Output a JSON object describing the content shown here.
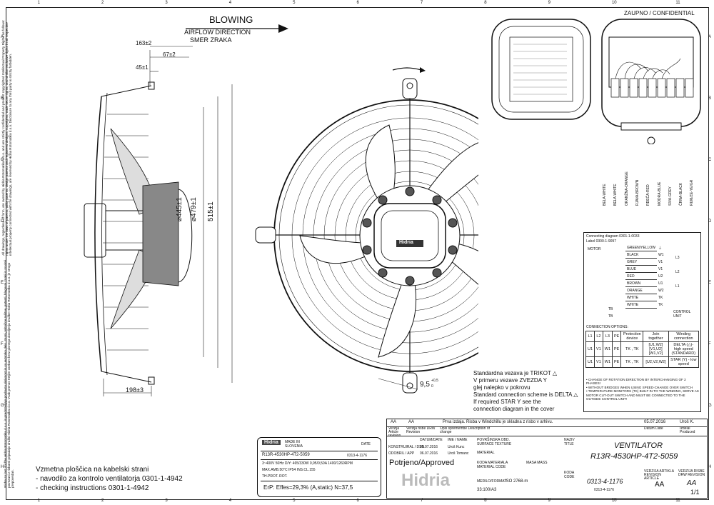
{
  "grid": {
    "columns": [
      "1",
      "2",
      "3",
      "4",
      "5",
      "6",
      "7",
      "8",
      "9",
      "10",
      "11"
    ],
    "rows": [
      "A",
      "B",
      "C",
      "D",
      "E",
      "F",
      "G",
      "H"
    ]
  },
  "confidential": "ZAUPNO / CONFIDENTIAL",
  "side_notice_1": "All drawings, regardless of form, are owned by Hidria Rotomatika d.o.o. and are strictly confidential and present copyrighted Intellectual Property Rights as follows: rights under the laws of patents, utility patents, design patents and registered designs, copyrights, trade secret rights, and similar exclusive rights in all respective intellectual property connected with the drawings, are reserved by Hidria Rotomatika d.o.o. Disclosure to any third party is strictly forbidden.",
  "side_notice_2": "Risbe so last družbe Hidria Rotomatika d.o.o. in predstavljajo poslovno skrivnost in so avtorsko delo. Izumi, tehnične rešitve, patenti, blagovni znaki in modeli povezani z risbami pripadajo družbi Hidria Rotomatika d.o.o. Vsak prenos tretjim osebam brez pisnega dovoljenja družbe Hidria Rotomatika d.o.o. je strogo prepovedan.",
  "airflow": {
    "title": "BLOWING",
    "line1": "AIRFLOW DIRECTION",
    "line2": "SMER ZRAKA"
  },
  "dimensions": {
    "d163": "163±2",
    "d67": "67±2",
    "d45": "45±1",
    "d445": "⌀445±1",
    "d479": "⌀479±1",
    "d515": "515±1",
    "d198": "198±3",
    "d9_5": "9,5",
    "d9_5_tol_up": "+0,5",
    "d9_5_tol_down": "0"
  },
  "wire_labels": [
    "BELA-WHITE",
    "BELA-WHITE",
    "ORANŽNA-ORANGE",
    "RJAVA-BROWN",
    "RDEČA-RED",
    "MODRA-BLUE",
    "SIVA-GREY",
    "ČRNA-BLACK",
    "RUM/ZE-YE/GR"
  ],
  "connection_diagram": {
    "title": "Connecting diagram 0301-1-0033",
    "label": "Label 0300-1-9097",
    "motor": "MOTOR",
    "wires": [
      {
        "color": "GREEN/YELLOW",
        "term": "⏚"
      },
      {
        "color": "BLACK",
        "term": "W1",
        "line": "L3"
      },
      {
        "color": "GREY",
        "term": "V1"
      },
      {
        "color": "BLUE",
        "term": "V1",
        "line": "L2"
      },
      {
        "color": "RED",
        "term": "U2"
      },
      {
        "color": "BROWN",
        "term": "U1",
        "line": "L1"
      },
      {
        "color": "ORANGE",
        "term": "W2"
      },
      {
        "color": "WHITE",
        "term": "TK"
      },
      {
        "color": "WHITE",
        "term": "TK"
      }
    ],
    "tb1": "TB",
    "tb2": "TB",
    "control_unit": "CONTROL UNIT"
  },
  "connection_options": {
    "title": "CONNECTION OPTIONS:",
    "headers": [
      "L1",
      "L2",
      "L3",
      "PE",
      "Protection device",
      "Join together",
      "Winding connection"
    ],
    "rows": [
      [
        "U1",
        "V1",
        "W1",
        "PE",
        "TK , TK",
        "[U1,W2] [V1,U2] [W1,V2]",
        "DELTA (△)- high speed (STANDARD)"
      ],
      [
        "U1",
        "V1",
        "W1",
        "PE",
        "TK , TK",
        "[U2,V2,W2]",
        "STAR (Y) - low speed"
      ]
    ]
  },
  "notes": [
    "• CHANGE OF ROTATION DIRECTION BY INTERCHANGING OF 2 PHASES!",
    "• WITHOUT BRIDGES WHEN USING SPEED-CHANGE OVER SWITCH",
    "• TEMPERATURE MONITORS (TK) BUILT IN TO THE WINDING, SERVE AS MOTOR CUT-OUT SWITCH AND MUST BE CONNECTED TO THE OUTSIDE CONTROL UNIT!"
  ],
  "standard_note": [
    "Standardna vezava je TRIKOT △",
    "V primeru vezave ZVEZDA Y",
    "glej nalepko v pokrovu",
    "Standard connection scheme is DELTA △",
    "If required STAR Y see the",
    "connection diagram in the cover"
  ],
  "nameplate": {
    "logo": "Hidria",
    "made_in": "MADE IN",
    "country": "SLOVENIA",
    "date_label": "DATE",
    "model": "R13R-4530HP-4T2-5059",
    "code": "0313-4-1176",
    "spec1": "3~400V 50Hz D/Y: 465/330W 0,95/0,50A 1400/1260RPM",
    "spec2": "MAX.AMB.50°C IP54 INS.CL.155",
    "spec3": "TH.PROT. ROT.",
    "erp": "ErP: Effes=29,3% (A,static) N=37,5"
  },
  "left_note": [
    "Vzmetna ploščica na kabelski strani",
    "- navodilo za kontrolo ventilatorja 0301-1-4942",
    "- checking instructions 0301-1-4942"
  ],
  "revision": {
    "aa1": "AA",
    "aa2": "AA",
    "desc": "Prva izdaja. Risba v Windchillu je skladna z risbo v arhivu.",
    "date": "05.07.2016",
    "by": "Uroš K.",
    "h1": "Verzija Article revision",
    "h2": "Verzija risbe DRW Revision",
    "h3": "Opis spremembe Description of change",
    "h4": "Datum Date",
    "h5": "Izdelal Produced"
  },
  "title_block": {
    "datum": "DATUM/DATE",
    "ime": "IME / NAME",
    "konstr": "KONSTRUIRAL / DSN",
    "konstr_date": "05.07.2016",
    "konstr_name": "Uroš Kunc",
    "odobril": "ODOBRIL / APP",
    "odobril_date": "06.07.2016",
    "odobril_name": "Uroš Tomanc",
    "surface": "POVRŠINSKA OBD. SURFACE TEXTURE",
    "material": "MATERIAL",
    "mat_code": "KODA MATERIALA MATERIAL CODE",
    "mass": "MASA MASS",
    "approved": "Potrjeno/Approved",
    "scale_label": "MERILO/FORMAT",
    "scale": "33:100/A3",
    "iso": "ISO 2768-m",
    "nazv": "NAZIV TITLE",
    "title1": "VENTILATOR",
    "title2": "R13R-4530HP-4T2-5059",
    "koda_label": "KODA CODE",
    "koda": "0313-4-1176",
    "koda_sub": "0313-4-1176",
    "ver_art": "VERZIJA ARTIKLA REVISION ARTICLE",
    "ver_art_val": "AA",
    "ver_drw": "VERZIJA RISBE DRW REVISION",
    "ver_drw_val": "AA",
    "sheet": "1/1",
    "logo": "Hidria"
  }
}
